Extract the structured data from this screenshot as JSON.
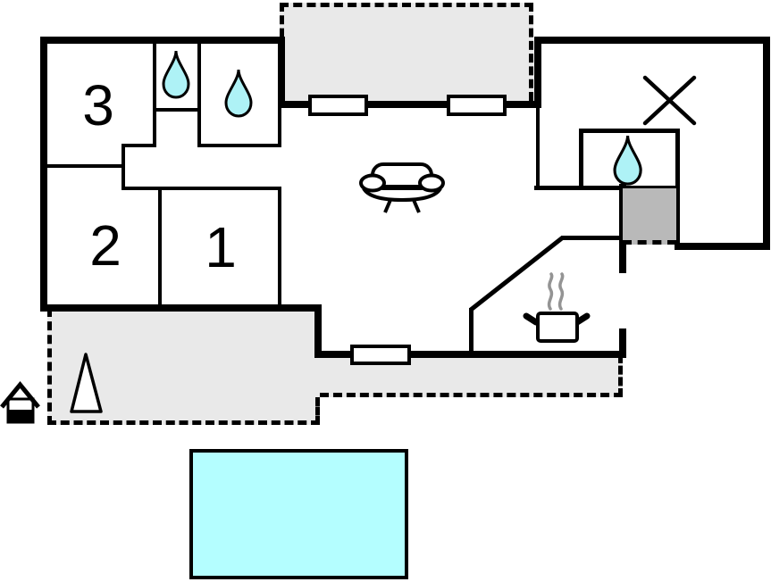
{
  "plan": {
    "rooms": [
      {
        "id": "room-3",
        "label": "3"
      },
      {
        "id": "room-2",
        "label": "2"
      },
      {
        "id": "room-1",
        "label": "1"
      }
    ],
    "icons": [
      "water-drop-icon (wc)",
      "water-drop-icon (bathroom)",
      "water-drop-icon (annex)",
      "sofa-icon (living room)",
      "stove-pot-icon (kitchen)",
      "cross-marker-icon (annex room)",
      "tree-icon (terrace)",
      "entrance-house-icon",
      "swimming-pool"
    ],
    "colors": {
      "wall": "#000000",
      "terrace_fill": "#e9e9e9",
      "chimney_fill": "#b9b9b9",
      "water_fill": "#aef2f6",
      "pool_fill": "#b4feff",
      "steam": "#949494",
      "bg": "#ffffff"
    }
  }
}
